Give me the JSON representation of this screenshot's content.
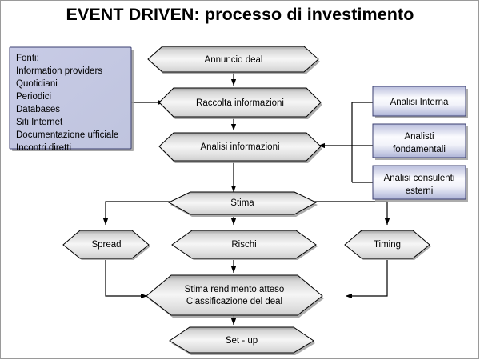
{
  "title": "EVENT DRIVEN: processo di investimento",
  "colors": {
    "hex_fill_top": "#9d9d9d",
    "hex_fill_mid": "#f4f4f4",
    "hex_fill_bottom": "#d9d9d9",
    "hex_stroke": "#000000",
    "box_fill_top": "#b9bedd",
    "box_fill_mid": "#fbfbfe",
    "box_fill_bottom": "#aeb4d7",
    "box_stroke": "#3b3f70",
    "source_fill": "#c5c9e3",
    "source_stroke": "#3b3f70",
    "connector": "#000000",
    "text": "#000000",
    "background": "#ffffff",
    "frame": "#9a9a9a"
  },
  "source_box": {
    "name": "fonti-box",
    "lines": [
      "Fonti:",
      "Information providers",
      "Quotidiani",
      "Periodici",
      "Databases",
      "Siti Internet",
      "Documentazione ufficiale",
      "Incontri diretti"
    ]
  },
  "nodes": [
    {
      "id": "annuncio",
      "label": "Annuncio deal",
      "shape": "hexagon"
    },
    {
      "id": "raccolta",
      "label": "Raccolta informazioni",
      "shape": "hexagon"
    },
    {
      "id": "analisi",
      "label": "Analisi informazioni",
      "shape": "hexagon"
    },
    {
      "id": "stima",
      "label": "Stima",
      "shape": "hexagon"
    },
    {
      "id": "spread",
      "label": "Spread",
      "shape": "hexagon"
    },
    {
      "id": "rischi",
      "label": "Rischi",
      "shape": "hexagon"
    },
    {
      "id": "timing",
      "label": "Timing",
      "shape": "hexagon"
    },
    {
      "id": "rendimento",
      "label": "Stima rendimento atteso",
      "label2": "Classificazione del deal",
      "shape": "hexagon"
    },
    {
      "id": "setup",
      "label": "Set - up",
      "shape": "hexagon"
    }
  ],
  "analysis_boxes": [
    {
      "id": "analisi-interna",
      "label": "Analisi Interna"
    },
    {
      "id": "analisti-fondamentali",
      "label": "Analisti",
      "label2": "fondamentali"
    },
    {
      "id": "analisi-consulenti",
      "label": "Analisi consulenti",
      "label2": "esterni"
    }
  ],
  "flow_edges": [
    {
      "from": "fonti-box",
      "to": "raccolta"
    },
    {
      "from": "annuncio",
      "to": "raccolta"
    },
    {
      "from": "raccolta",
      "to": "analisi"
    },
    {
      "from": "analisi",
      "to": "stima"
    },
    {
      "from": "analysis-bus",
      "to": "analisi"
    },
    {
      "from": "stima",
      "to": "spread"
    },
    {
      "from": "stima",
      "to": "rischi"
    },
    {
      "from": "stima",
      "to": "timing"
    },
    {
      "from": "spread",
      "to": "rendimento"
    },
    {
      "from": "rischi",
      "to": "rendimento"
    },
    {
      "from": "timing",
      "to": "rendimento"
    },
    {
      "from": "rendimento",
      "to": "setup"
    }
  ]
}
